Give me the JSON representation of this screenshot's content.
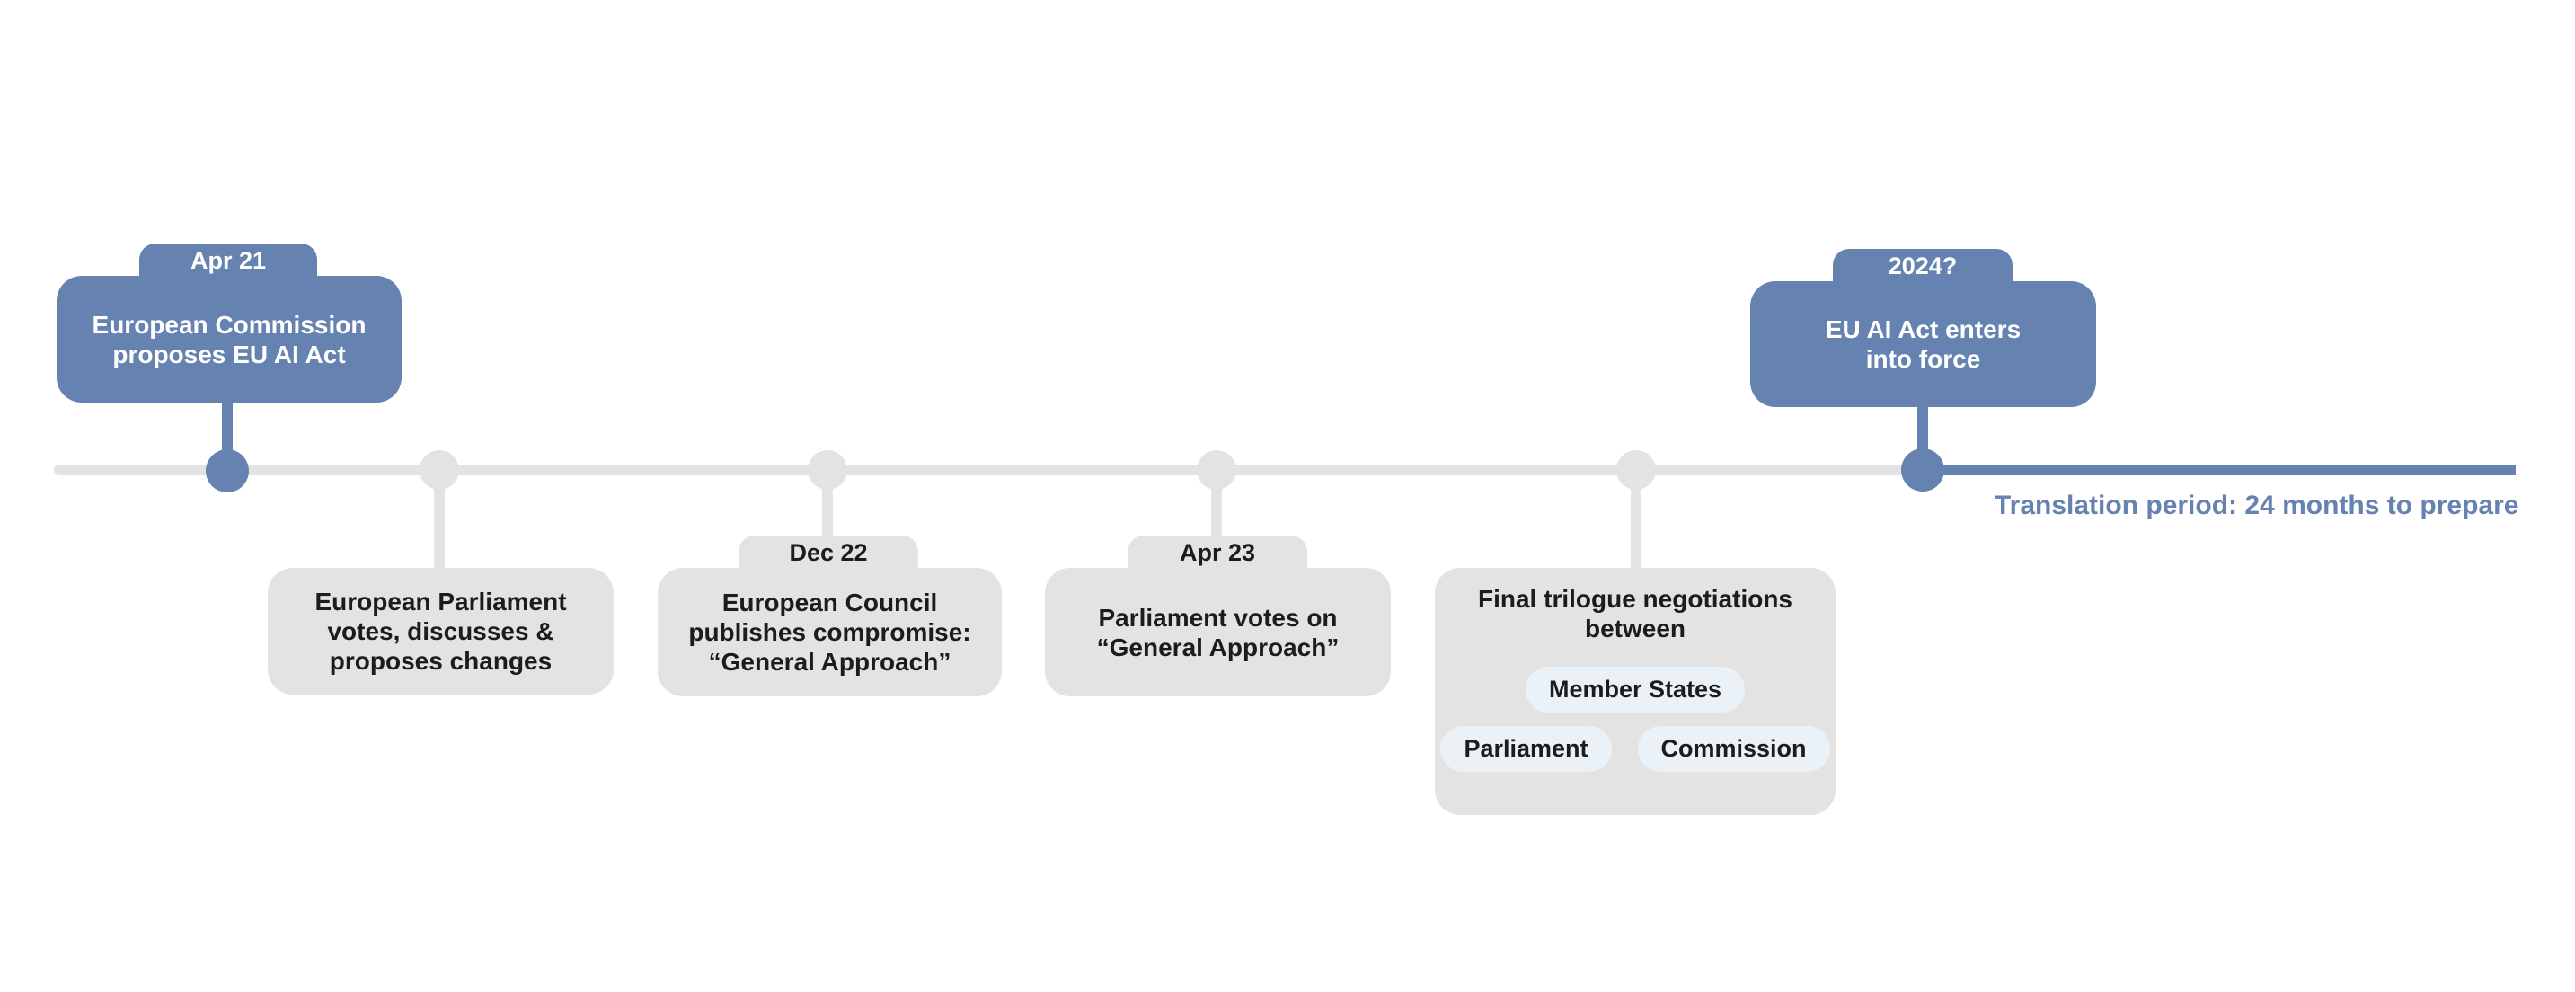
{
  "colors": {
    "accent_blue": "#6582b0",
    "light_gray": "#e3e3e3",
    "pill_bg": "#eaf1f7",
    "text_dark": "#1c1c1c",
    "text_light": "#ffffff"
  },
  "nodes": [
    {
      "date": "Apr 21",
      "title": "European Commission\nproposes EU AI Act",
      "style": "blue",
      "position": "above-line"
    },
    {
      "title": "European Parliament\nvotes, discusses &\nproposes changes",
      "style": "gray",
      "position": "below-line"
    },
    {
      "date": "Dec 22",
      "title": "European Council\npublishes compromise:\n“General Approach”",
      "style": "gray",
      "position": "below-line"
    },
    {
      "date": "Apr 23",
      "title": "Parliament votes on\n“General Approach”",
      "style": "gray",
      "position": "below-line"
    },
    {
      "title": "Final trilogue negotiations\nbetween",
      "pills": [
        "Member States",
        "Parliament",
        "Commission"
      ],
      "style": "gray",
      "position": "below-line"
    },
    {
      "date": "2024?",
      "title": "EU AI Act enters\ninto force",
      "style": "blue",
      "position": "above-line"
    }
  ],
  "annotations": {
    "translation_period": "Translation period: 24 months to prepare"
  }
}
